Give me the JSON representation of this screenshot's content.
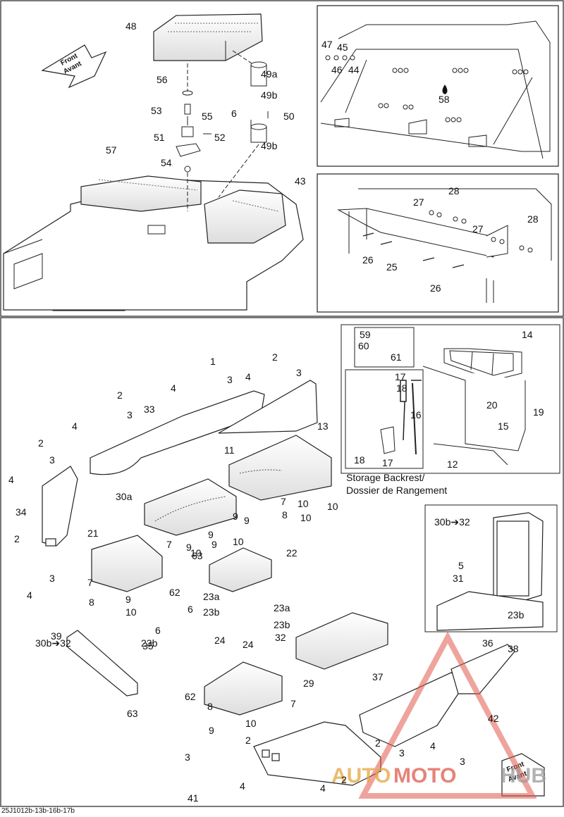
{
  "drawing_id": "25J1012b-13b-16b-17b",
  "front_labels": [
    "Front",
    "Avant"
  ],
  "storage_label": [
    "Storage Backrest/",
    "Dossier de Rangement"
  ],
  "watermark": {
    "part1": "AUTO",
    "part2": "MOTO",
    "part3": "HUB",
    "color1": "#e3a640",
    "color2": "#e05a4a",
    "color3": "#9a9a9a"
  },
  "callouts_top": [
    "48",
    "47",
    "45",
    "46",
    "44",
    "56",
    "49a",
    "53",
    "55",
    "49b",
    "6",
    "50",
    "58",
    "51",
    "52",
    "49b",
    "57",
    "54",
    "43",
    "27",
    "28",
    "28",
    "27",
    "26",
    "25",
    "26"
  ],
  "callouts_bottom": [
    "59",
    "60",
    "61",
    "14",
    "17",
    "18",
    "16",
    "20",
    "15",
    "19",
    "18",
    "17",
    "12",
    "1",
    "2",
    "4",
    "3",
    "4",
    "3",
    "2",
    "4",
    "3",
    "33",
    "13",
    "2",
    "4",
    "3",
    "11",
    "34",
    "30a",
    "9",
    "7",
    "8",
    "10",
    "10",
    "9",
    "9",
    "10",
    "9",
    "10",
    "7",
    "9",
    "2",
    "21",
    "22",
    "10",
    "3",
    "63",
    "62",
    "4",
    "30b➔32",
    "5",
    "31",
    "7",
    "9",
    "8",
    "10",
    "23a",
    "23a",
    "23b",
    "23b",
    "6",
    "6",
    "23b",
    "24",
    "24",
    "32",
    "23b",
    "35",
    "36",
    "38",
    "39",
    "30b➔32",
    "37",
    "63",
    "29",
    "62",
    "7",
    "8",
    "9",
    "10",
    "2",
    "42",
    "2",
    "3",
    "4",
    "3",
    "2",
    "3",
    "4",
    "41",
    "4"
  ]
}
